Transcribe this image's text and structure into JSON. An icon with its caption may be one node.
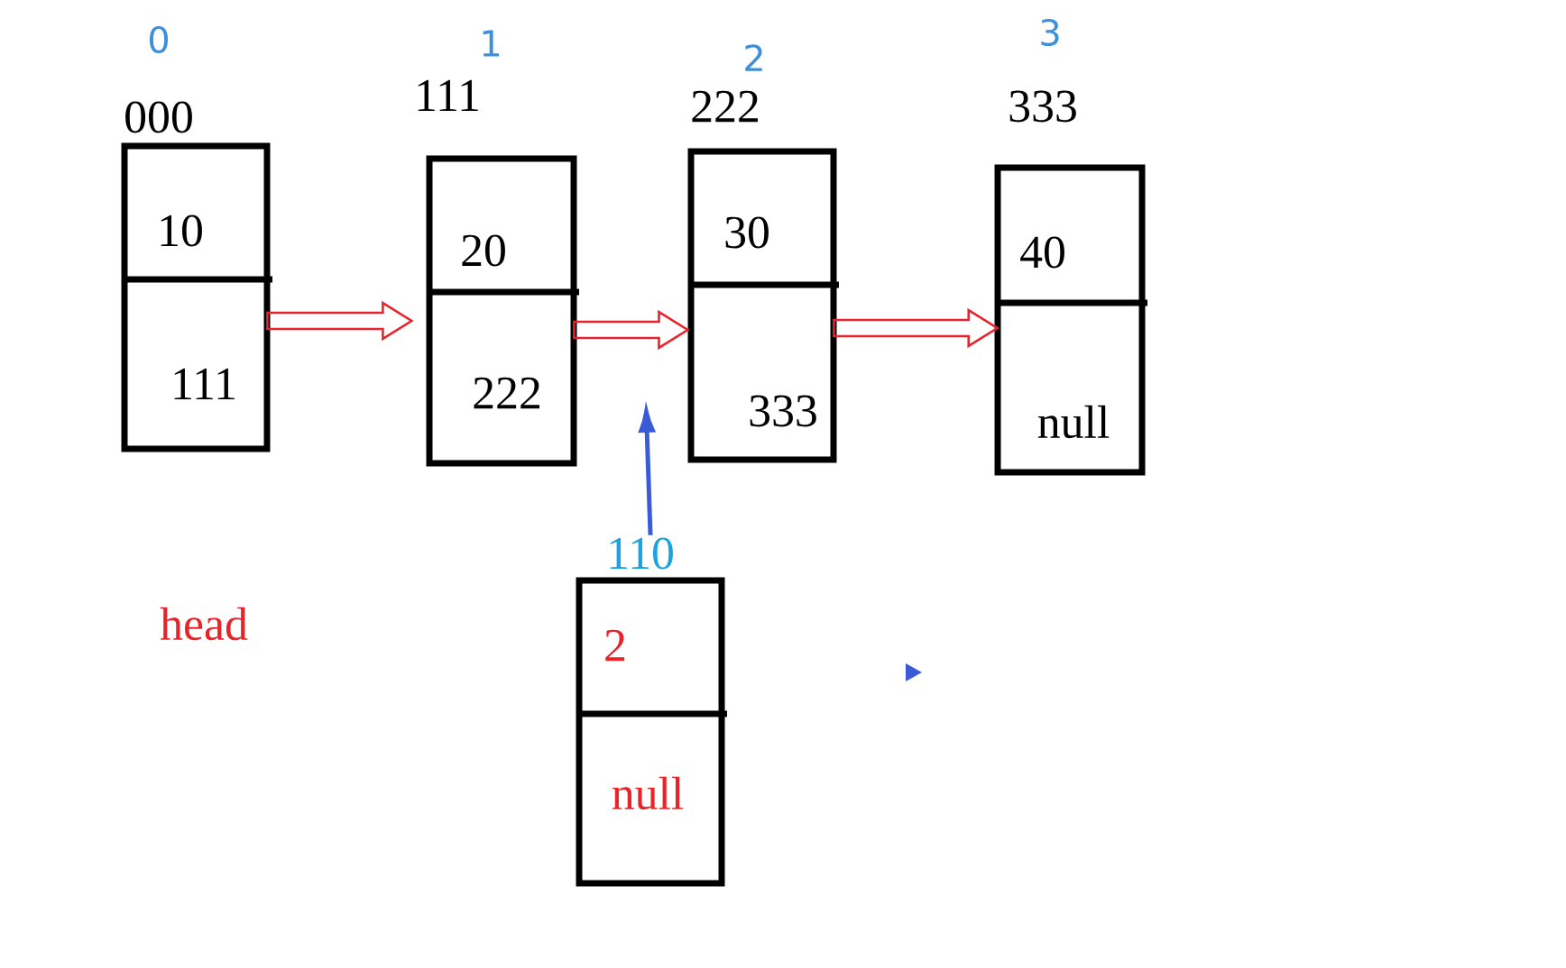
{
  "diagram": {
    "nodes": [
      {
        "text": [
          "000",
          "10",
          "111"
        ],
        "beside": [
          "0"
        ]
      },
      {
        "text": [
          "111",
          "20",
          "222"
        ],
        "beside": [
          "1"
        ]
      },
      {
        "text": [
          "222",
          "30",
          "333"
        ],
        "beside": [
          "2"
        ]
      },
      {
        "text": [
          "333",
          "40",
          "null"
        ],
        "beside": [
          "3"
        ]
      },
      {
        "text": [
          "110",
          "2",
          "null"
        ]
      }
    ],
    "edges": [
      {
        "from": 0,
        "to": 1,
        "arrow": "to"
      },
      {
        "from": 1,
        "to": 2,
        "arrow": "to"
      },
      {
        "from": 2,
        "to": 3,
        "arrow": "to"
      },
      {
        "from": 4,
        "to": null,
        "arrow": "to",
        "color": "#3a5bd8"
      }
    ],
    "labels": [
      "head"
    ]
  }
}
